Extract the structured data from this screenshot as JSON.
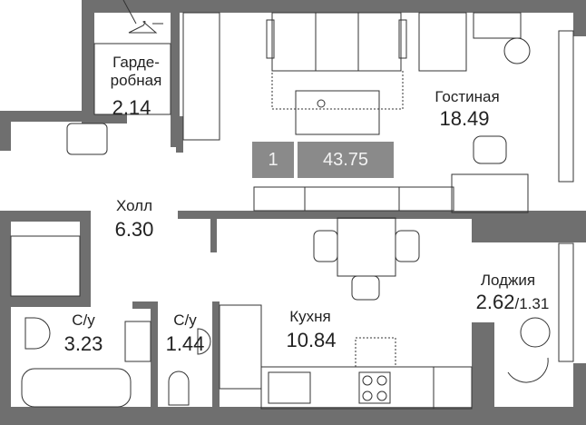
{
  "plan": {
    "rooms_count_badge": "1",
    "total_area_badge": "43.75",
    "wall_color": "#6f6f6f",
    "badge_color": "#8a8a8a",
    "rooms": [
      {
        "id": "wardrobe",
        "name_line1": "Гарде-",
        "name_line2": "робная",
        "area": "2.14"
      },
      {
        "id": "living",
        "name": "Гостиная",
        "area": "18.49"
      },
      {
        "id": "hall",
        "name": "Холл",
        "area": "6.30"
      },
      {
        "id": "bath1",
        "name": "С/у",
        "area": "3.23"
      },
      {
        "id": "bath2",
        "name": "С/у",
        "area": "1.44"
      },
      {
        "id": "kitchen",
        "name": "Кухня",
        "area": "10.84"
      },
      {
        "id": "loggia",
        "name": "Лоджия",
        "area": "2.62",
        "area_reduced": "/1.31"
      }
    ],
    "furniture_icons": [
      "wardrobe-hanger-icon",
      "sofa-icon",
      "armchair-icon",
      "coffee-table-icon",
      "desk-icon",
      "office-chair-icon",
      "lamp-icon",
      "tv-stand-icon",
      "dining-table-icon",
      "chair-icon",
      "sink-icon",
      "stove-icon",
      "bathtub-icon",
      "toilet-icon",
      "washbasin-icon",
      "washing-machine-icon",
      "loggia-armchair-icon",
      "loggia-table-icon"
    ]
  }
}
